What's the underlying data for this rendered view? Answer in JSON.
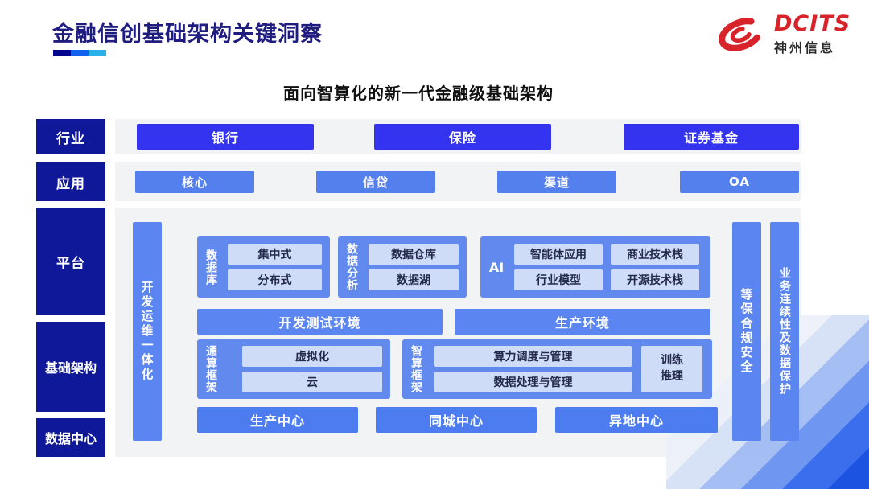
{
  "header": {
    "title": "金融信创基础架构关键洞察",
    "logo": {
      "brand": "DCITS",
      "company": "神州信息"
    }
  },
  "subtitle": "面向智算化的新一代金融级基础架构",
  "row_labels": {
    "industry": "行业",
    "application": "应用",
    "platform": "平台",
    "infrastructure": "基础架构",
    "datacenter": "数据中心"
  },
  "industry": {
    "items": [
      "银行",
      "保险",
      "证券基金"
    ]
  },
  "application": {
    "items": [
      "核心",
      "信贷",
      "渠道",
      "OA"
    ]
  },
  "platform": {
    "devops_bar": "开发运维一体化",
    "database": {
      "label": "数据库",
      "items": [
        "集中式",
        "分布式"
      ]
    },
    "analytics": {
      "label": "数据分析",
      "items": [
        "数据仓库",
        "数据湖"
      ]
    },
    "ai": {
      "label": "AI",
      "items": [
        "智能体应用",
        "商业技术栈",
        "行业模型",
        "开源技术栈"
      ]
    },
    "environments": {
      "dev": "开发测试环境",
      "prod": "生产环境"
    },
    "general_compute": {
      "label": "通算框架",
      "items": [
        "虚拟化",
        "云"
      ]
    },
    "intelligent_compute": {
      "label": "智算框架",
      "items": [
        "算力调度与管理",
        "数据处理与管理"
      ],
      "side": [
        "训练",
        "推理"
      ]
    },
    "centers": [
      "生产中心",
      "同城中心",
      "异地中心"
    ],
    "security_bar": "等保合规安全",
    "continuity_bar": "业务连续性及数据保护"
  },
  "colors": {
    "navy_label": "#10189a",
    "bright_blue": "#3333f0",
    "mid_blue": "#5480ee",
    "cluster_blue": "#6189ee",
    "bar_blue": "#5b85f0",
    "center_blue": "#4c7cef",
    "inner_light": "#cfdcf8",
    "band_gray": "#f2f3f5",
    "title_navy": "#201d80",
    "logo_red": "#d8232a",
    "underline": [
      "#00068e",
      "#1161ee",
      "#2ab1e9"
    ]
  }
}
